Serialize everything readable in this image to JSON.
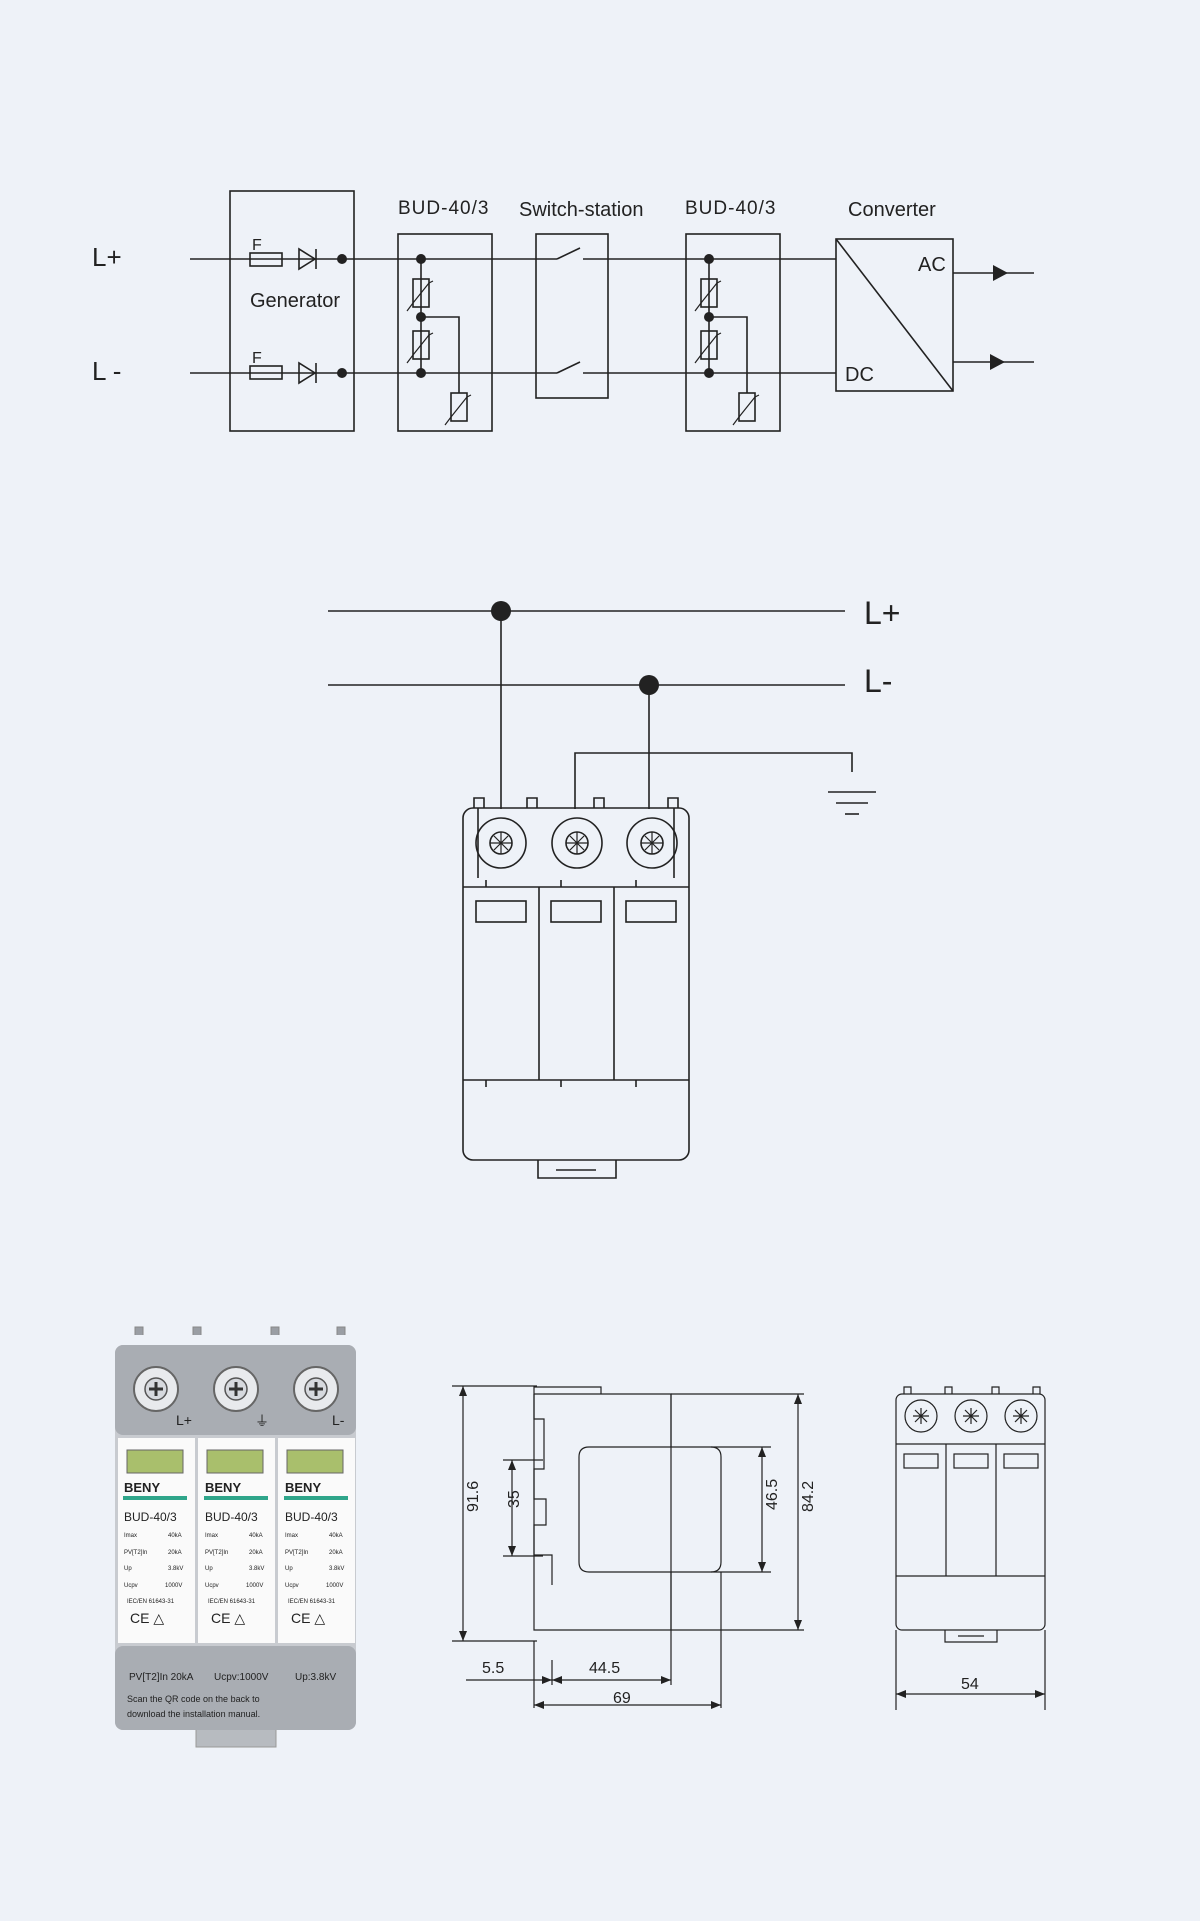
{
  "wiring": {
    "line_pos": "L+",
    "line_neg": "L -",
    "fuse_label": "F",
    "generator_label": "Generator",
    "spd_label_1": "BUD-40/3",
    "switch_label": "Switch-station",
    "spd_label_2": "BUD-40/3",
    "converter_label": "Converter",
    "ac_label": "AC",
    "dc_label": "DC"
  },
  "connection": {
    "line_pos": "L+",
    "line_neg": "L-"
  },
  "product": {
    "terminal_labels": [
      "L+",
      "⏚",
      "L-"
    ],
    "brand": "BENY",
    "model": "BUD-40/3",
    "specs": [
      [
        "Imax",
        "40kA"
      ],
      [
        "PV[T2]In",
        "20kA"
      ],
      [
        "Up",
        "3.8kV"
      ],
      [
        "Ucpv",
        "1000V"
      ]
    ],
    "standard": "IEC/EN 61643-31",
    "cert_marks": "CE △",
    "footer_specs": [
      "PV[T2]In 20kA",
      "Ucpv:1000V",
      "Up:3.8kV"
    ],
    "note_line1": "Scan the QR code on the back to",
    "note_line2": "download the installation manual."
  },
  "dimensions": {
    "height_total": "91.6",
    "height_clip": "35",
    "height_front": "46.5",
    "height_body": "84.2",
    "depth_offset": "5.5",
    "depth_front": "44.5",
    "depth_total": "69",
    "width_total": "54"
  }
}
